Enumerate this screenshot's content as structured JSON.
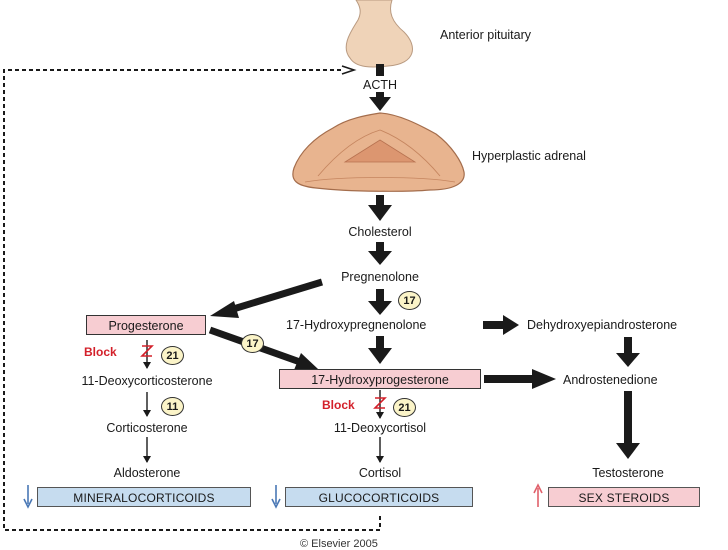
{
  "labels": {
    "anterior_pituitary": "Anterior pituitary",
    "acth": "ACTH",
    "hyperplastic_adrenal": "Hyperplastic adrenal",
    "cholesterol": "Cholesterol",
    "pregnenolone": "Pregnenolone",
    "progesterone": "Progesterone",
    "hydroxypregnenolone": "17-Hydroxypregnenolone",
    "dehydroxyepiandrosterone": "Dehydroxyepiandrosterone",
    "hydroxyprogesterone": "17-Hydroxyprogesterone",
    "androstenedione": "Androstenedione",
    "deoxycorticosterone": "11-Deoxycorticosterone",
    "corticosterone": "Corticosterone",
    "aldosterone": "Aldosterone",
    "deoxycortisol": "11-Deoxycortisol",
    "cortisol": "Cortisol",
    "testosterone": "Testosterone",
    "mineralocorticoids": "MINERALOCORTICOIDS",
    "glucocorticoids": "GLUCOCORTICOIDS",
    "sex_steroids": "SEX STEROIDS",
    "block": "Block",
    "copyright": "© Elsevier 2005"
  },
  "enzymes": {
    "e17_a": "17",
    "e17_b": "17",
    "e21_a": "21",
    "e21_b": "21",
    "e11": "11"
  },
  "icons": {
    "decrease": "down-arrow-icon",
    "increase": "up-arrow-icon"
  },
  "colors": {
    "pink_box": "#f7cdd2",
    "blue_box": "#c6dcef",
    "enzyme_circle": "#fbf4c8",
    "block_red": "#d3202a",
    "adrenal": "#e8b48f",
    "pituitary": "#efd3b8",
    "down_arrow_blue": "#4a78b5",
    "up_arrow_red": "#e0606a"
  }
}
